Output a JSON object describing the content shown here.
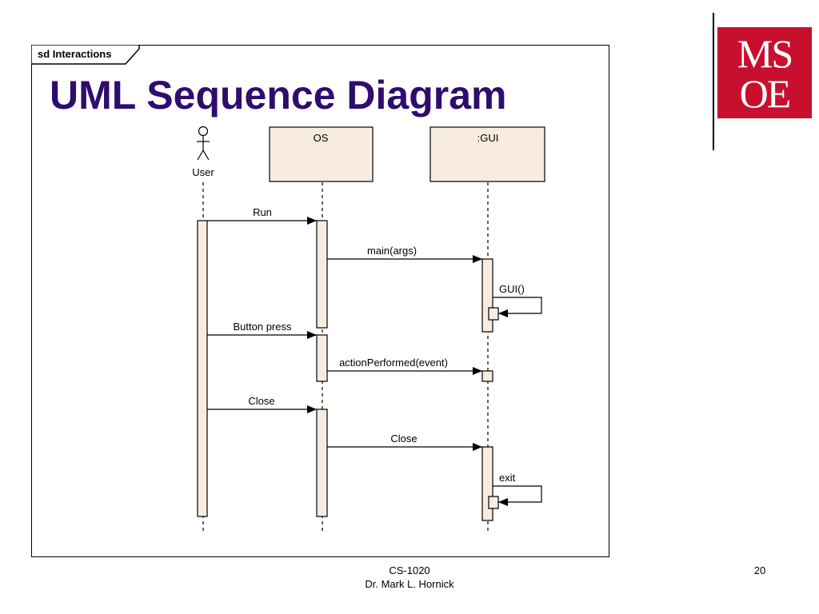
{
  "frame_label": "sd Interactions",
  "title": "UML Sequence Diagram",
  "logo": {
    "line1": "MS",
    "line2": "OE",
    "color": "#c8102e"
  },
  "lifelines": {
    "user": "User",
    "os": "OS",
    "gui": ":GUI"
  },
  "messages": {
    "run": "Run",
    "main_args": "main(args)",
    "gui_ctor": "GUI()",
    "button_press": "Button press",
    "action_performed": "actionPerformed(event)",
    "close_user": "Close",
    "close_gui": "Close",
    "exit": "exit"
  },
  "footer": {
    "course": "CS-1020",
    "author": "Dr. Mark L. Hornick",
    "page": "20"
  },
  "colors": {
    "title": "#2e0d6e",
    "box_fill": "#f8ece0"
  }
}
